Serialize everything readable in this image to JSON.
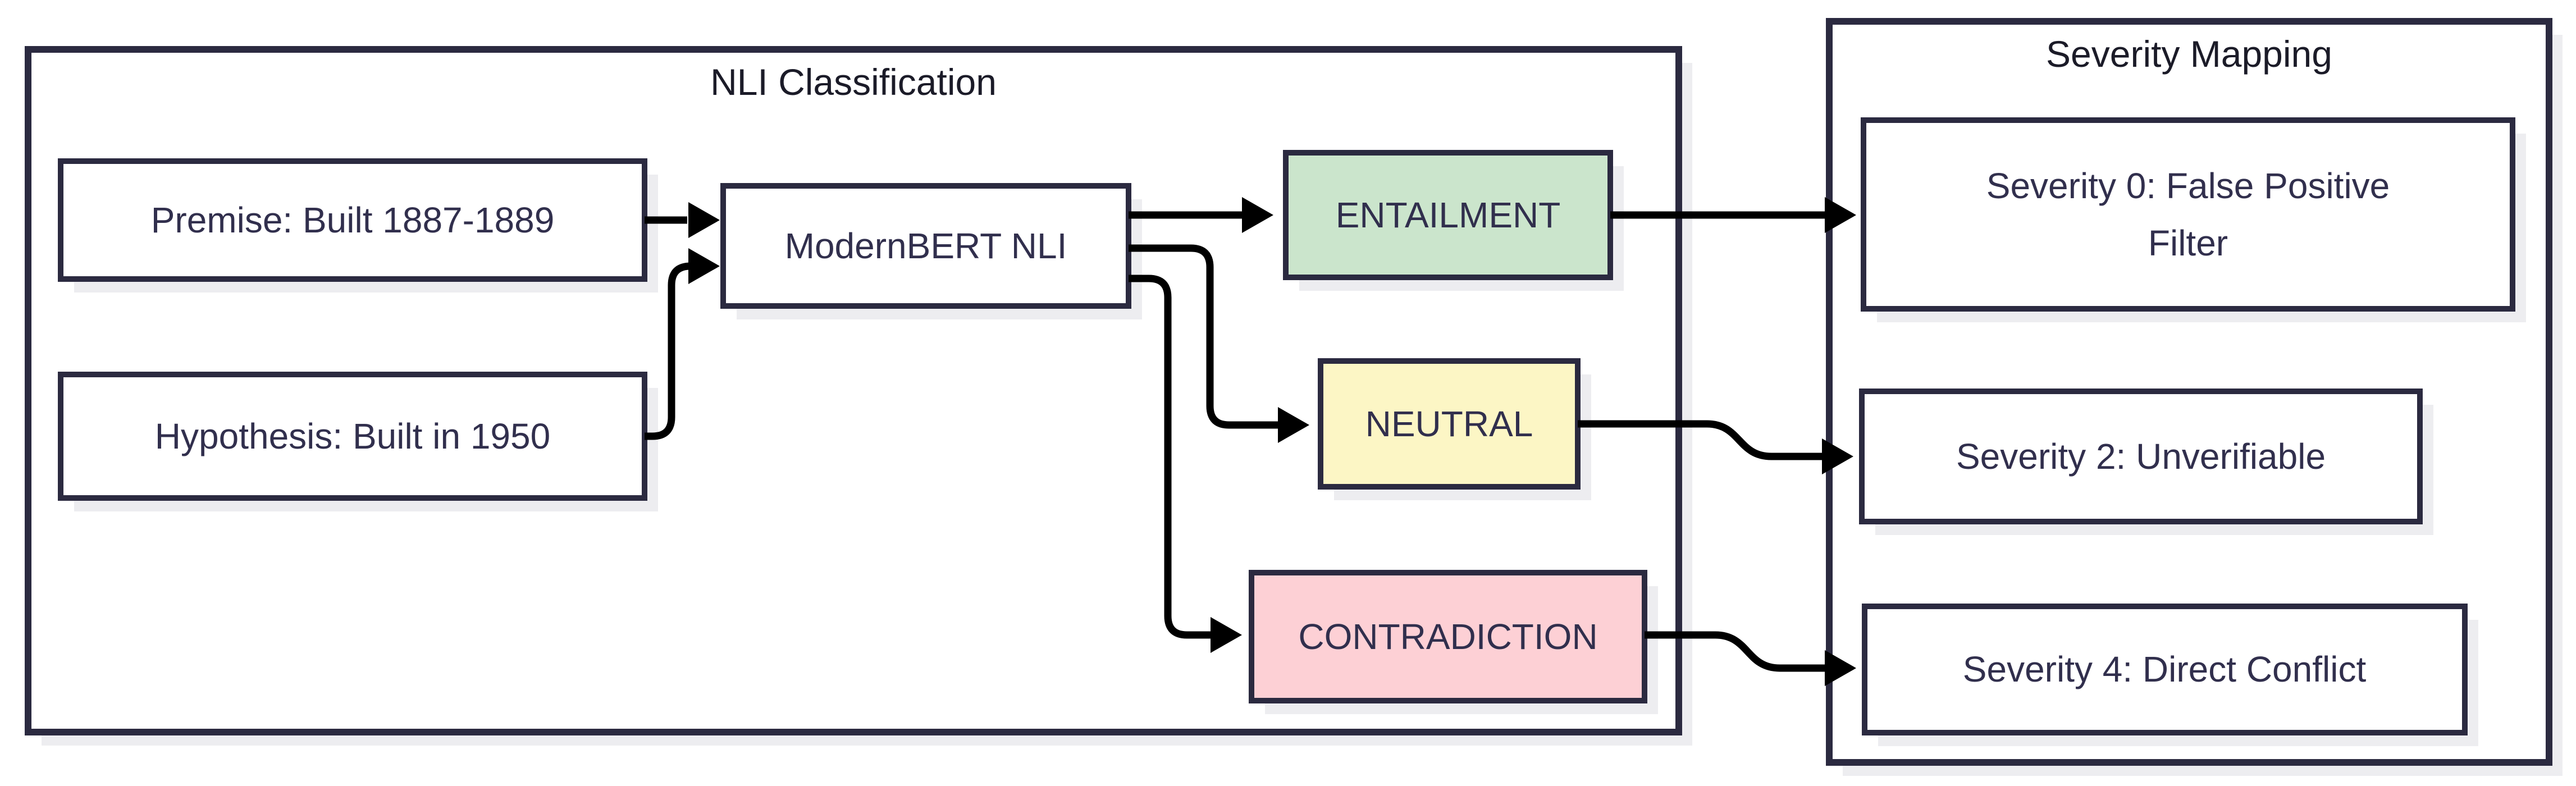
{
  "diagram": {
    "type": "flowchart",
    "background": "#ffffff",
    "colors": {
      "border": "#2b2a40",
      "text": "#312f4d",
      "title": "#1b1b28",
      "arrow": "#000000",
      "shadow": "#ededf0",
      "node_fill": "#ffffff",
      "entailment_fill": "#cbe5cc",
      "neutral_fill": "#fcf6c5",
      "contradiction_fill": "#fdd0d5"
    },
    "containers": {
      "nli": {
        "title": "NLI Classification"
      },
      "severity": {
        "title": "Severity Mapping"
      }
    },
    "nodes": {
      "premise": {
        "label": "Premise: Built 1887-1889"
      },
      "hypothesis": {
        "label": "Hypothesis: Built in 1950"
      },
      "model": {
        "label": "ModernBERT NLI"
      },
      "entailment": {
        "label": "ENTAILMENT"
      },
      "neutral": {
        "label": "NEUTRAL"
      },
      "contradiction": {
        "label": "CONTRADICTION"
      },
      "severity0": {
        "label_line1": "Severity 0: False Positive",
        "label_line2": "Filter"
      },
      "severity2": {
        "label": "Severity 2: Unverifiable"
      },
      "severity4": {
        "label": "Severity 4: Direct Conflict"
      }
    },
    "edges": [
      {
        "from": "premise",
        "to": "model"
      },
      {
        "from": "hypothesis",
        "to": "model"
      },
      {
        "from": "model",
        "to": "entailment"
      },
      {
        "from": "model",
        "to": "neutral"
      },
      {
        "from": "model",
        "to": "contradiction"
      },
      {
        "from": "entailment",
        "to": "severity0"
      },
      {
        "from": "neutral",
        "to": "severity2"
      },
      {
        "from": "contradiction",
        "to": "severity4"
      }
    ]
  }
}
